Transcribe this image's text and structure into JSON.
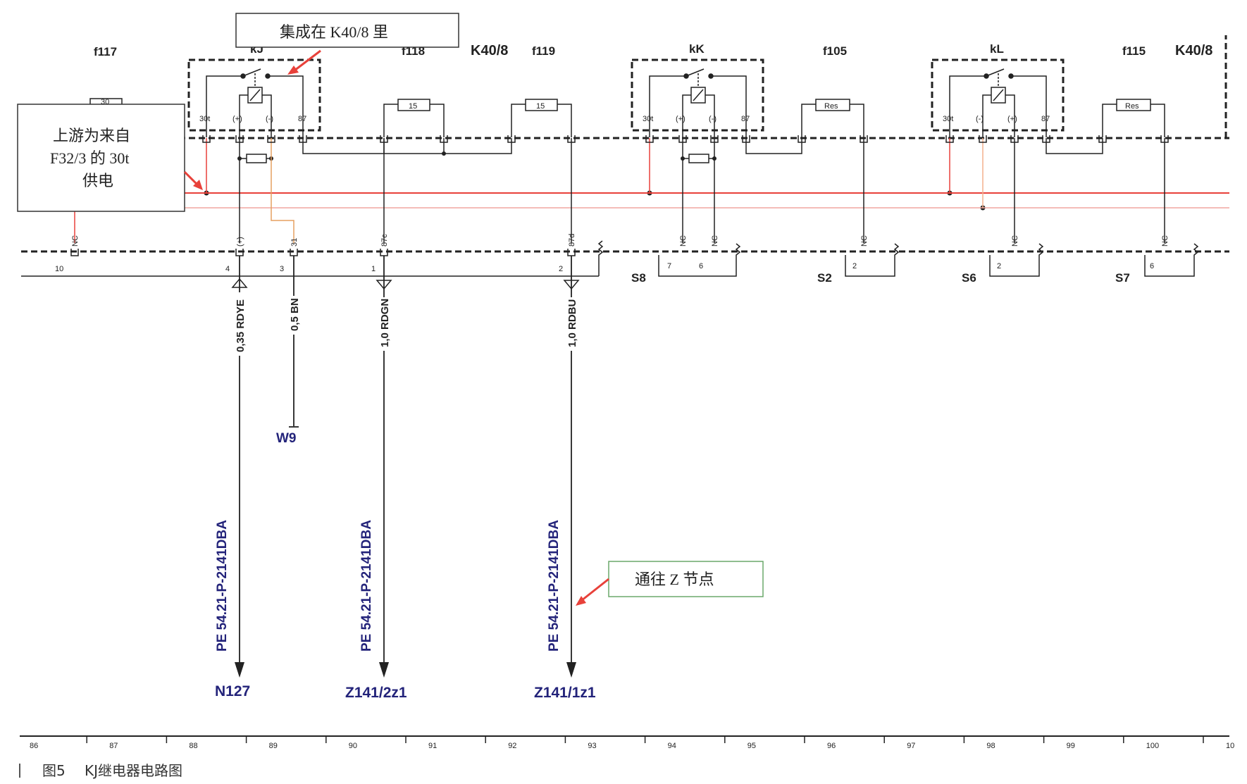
{
  "callouts": {
    "integrated": "集成在 K40/8 里",
    "upstream": [
      "上游为来自",
      "F32/3 的 30t",
      "供电"
    ],
    "to_z": "通往 Z 节点"
  },
  "components": {
    "f117": "f117",
    "f118": "f118",
    "f119": "f119",
    "f105": "f105",
    "f115": "f115",
    "k40_8_a": "K40/8",
    "k40_8_b": "K40/8",
    "kK": "kK",
    "kL": "kL",
    "kJ_partial": "kJ"
  },
  "fuse_labels": {
    "f118": "15",
    "f119": "15",
    "f105": "Res",
    "f115": "Res",
    "f117": "30"
  },
  "relay_pins": {
    "kJ": [
      "30t",
      "(+)",
      "(-)",
      "87"
    ],
    "kK": [
      "30t",
      "(+)",
      "(-)",
      "87"
    ],
    "kL": [
      "30t",
      "(-)",
      "(+)",
      "87"
    ]
  },
  "connector_pins": {
    "p10": "10",
    "p4": "4",
    "p3": "3",
    "p1": "1",
    "p2": "2",
    "s8a": "7",
    "s8b": "6",
    "s2": "2",
    "s6": "2",
    "s7": "6"
  },
  "connector_tags": {
    "nc": "NC",
    "t4": "(+)",
    "t3": "31",
    "t1": "87c",
    "t2": "87d"
  },
  "splice_labels": {
    "s8": "S8",
    "s2": "S2",
    "s6": "S6",
    "s7": "S7"
  },
  "wires": {
    "w1": "0,35 RDYE",
    "w2": "0,5 BN",
    "w3": "1,0 RDGN",
    "w4": "1,0 RDBU"
  },
  "ground": "W9",
  "pe_refs": {
    "pe1": "PE 54.21-P-2141DBA",
    "pe2": "PE 54.21-P-2141DBA",
    "pe3": "PE 54.21-P-2141DBA"
  },
  "destinations": {
    "d1": "N127",
    "d2": "Z141/2z1",
    "d3": "Z141/1z1"
  },
  "ruler": [
    "86",
    "87",
    "88",
    "89",
    "90",
    "91",
    "92",
    "93",
    "94",
    "95",
    "96",
    "97",
    "98",
    "99",
    "100",
    "10"
  ],
  "caption": {
    "fig": "图5",
    "title": "KJ继电器电路图"
  }
}
